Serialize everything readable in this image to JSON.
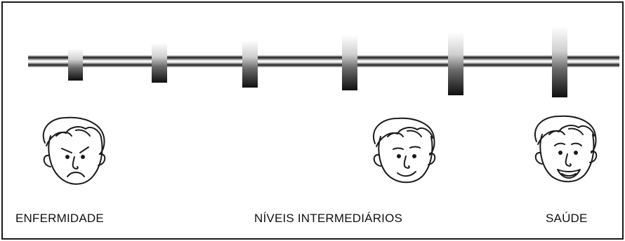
{
  "labels": {
    "left": "ENFERMIDADE",
    "middle": "NÍVEIS INTERMEDIÁRIOS",
    "right": "SAÚDE"
  },
  "faces": [
    {
      "name": "sick-face",
      "expression": "sad"
    },
    {
      "name": "intermediate-face",
      "expression": "neutral-smile"
    },
    {
      "name": "healthy-face",
      "expression": "happy"
    }
  ],
  "scale": {
    "weights_count": 6,
    "colors": {
      "bar_dark": "#1a1a1a",
      "bar_light": "#e6e6e6",
      "outline": "#1a1a1a"
    }
  }
}
